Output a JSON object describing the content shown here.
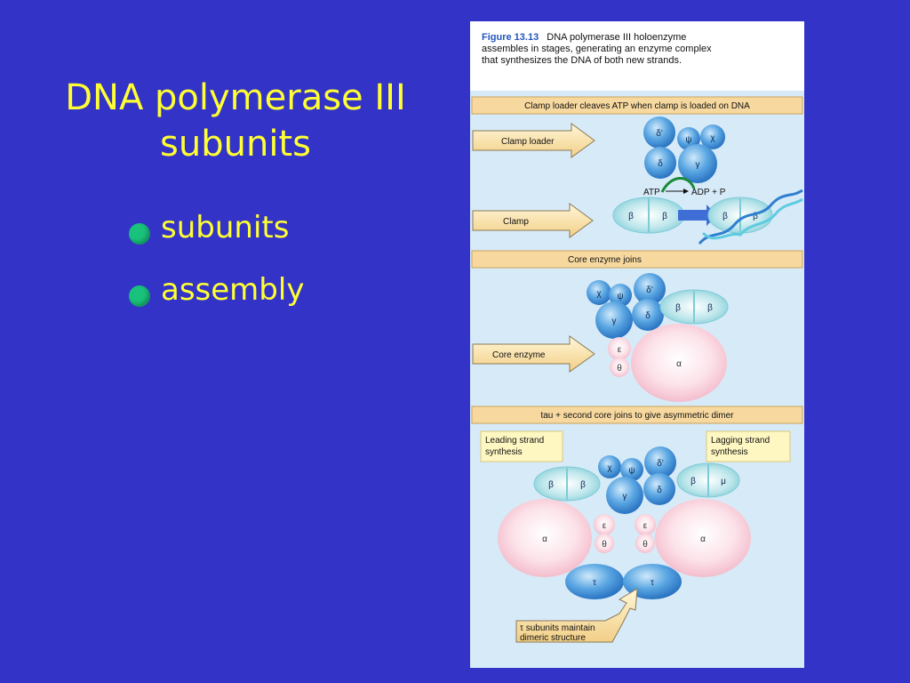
{
  "slide": {
    "title_line1": "DNA polymerase III",
    "title_line2": "subunits",
    "bullets": [
      {
        "text": "subunits"
      },
      {
        "text": "assembly"
      }
    ],
    "colors": {
      "background": "#3333c8",
      "title": "#ffff33",
      "bullet_dot": "#19c27c"
    }
  },
  "figure": {
    "number": "Figure 13.13",
    "caption_rest": "DNA polymerase III holoenzyme",
    "caption_line2": "assembles in stages, generating an enzyme complex",
    "caption_line3": "that synthesizes the DNA of both new strands.",
    "stage1": {
      "header": "Clamp loader cleaves ATP when clamp  is loaded on DNA",
      "arrow_clamp_loader": "Clamp loader",
      "arrow_clamp": "Clamp",
      "atp": "ATP",
      "adp": "ADP + P",
      "subunits": {
        "delta_prime": "δ'",
        "psi": "ψ",
        "chi": "χ",
        "delta": "δ",
        "gamma": "γ",
        "beta": "β"
      }
    },
    "stage2": {
      "header": "Core enzyme joins",
      "arrow_core": "Core enzyme",
      "subunits": {
        "chi": "χ",
        "psi": "ψ",
        "delta_prime": "δ'",
        "gamma": "γ",
        "delta": "δ",
        "beta": "β",
        "epsilon": "ε",
        "theta": "θ",
        "alpha": "α"
      }
    },
    "stage3": {
      "header": "tau + second core joins to give asymmetric dimer",
      "leading_line1": "Leading strand",
      "leading_line2": "synthesis",
      "lagging_line1": "Lagging strand",
      "lagging_line2": "synthesis",
      "tau_note_line1": "τ subunits maintain",
      "tau_note_line2": "dimeric structure",
      "subunits": {
        "chi": "χ",
        "psi": "ψ",
        "delta_prime": "δ'",
        "gamma": "γ",
        "delta": "δ",
        "beta": "β",
        "mu": "μ",
        "epsilon": "ε",
        "theta": "θ",
        "alpha": "α",
        "tau": "τ"
      }
    }
  }
}
